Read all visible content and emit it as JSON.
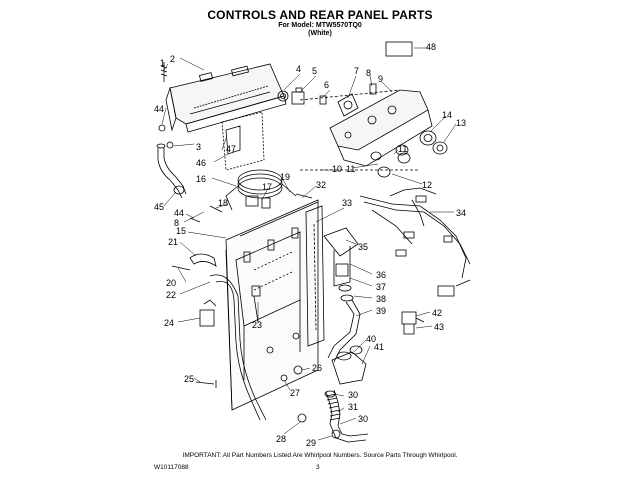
{
  "header": {
    "title": "CONTROLS AND REAR PANEL PARTS",
    "model_line": "For Model: MTW5570TQ0",
    "color_line": "(White)"
  },
  "callouts": [
    "2",
    "4",
    "5",
    "6",
    "7",
    "8",
    "9",
    "48",
    "1",
    "44",
    "3",
    "47",
    "46",
    "14",
    "13",
    "11",
    "11",
    "10",
    "12",
    "16",
    "17",
    "19",
    "32",
    "18",
    "45",
    "44",
    "8",
    "15",
    "33",
    "34",
    "21",
    "35",
    "36",
    "37",
    "20",
    "22",
    "38",
    "39",
    "24",
    "23",
    "42",
    "43",
    "40",
    "41",
    "26",
    "25",
    "27",
    "30",
    "31",
    "30",
    "28",
    "29"
  ],
  "footer": {
    "important": "IMPORTANT: All Part Numbers Listed Are Whirlpool Numbers. Source Parts Through Whirlpool.",
    "doc_number": "W10117088",
    "page_number": "3"
  }
}
